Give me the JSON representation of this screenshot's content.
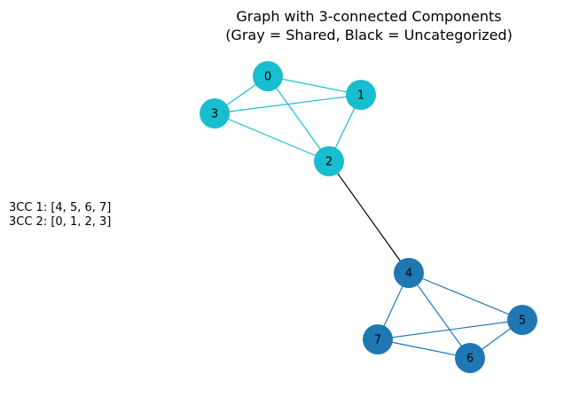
{
  "title": {
    "line1": "Graph with 3-connected Components",
    "line2": "(Gray = Shared, Black = Uncategorized)"
  },
  "components_text": [
    "3CC 1: [4, 5, 6, 7]",
    "3CC 2: [0, 1, 2, 3]"
  ],
  "colors": {
    "component_1": "#1f77b4",
    "component_2": "#17becf",
    "uncategorized_edge": "#000000"
  },
  "graph": {
    "nodes": [
      {
        "id": "0",
        "label": "0",
        "component": "component_2"
      },
      {
        "id": "1",
        "label": "1",
        "component": "component_2"
      },
      {
        "id": "2",
        "label": "2",
        "component": "component_2"
      },
      {
        "id": "3",
        "label": "3",
        "component": "component_2"
      },
      {
        "id": "4",
        "label": "4",
        "component": "component_1"
      },
      {
        "id": "5",
        "label": "5",
        "component": "component_1"
      },
      {
        "id": "6",
        "label": "6",
        "component": "component_1"
      },
      {
        "id": "7",
        "label": "7",
        "component": "component_1"
      }
    ],
    "edges": [
      {
        "source": "0",
        "target": "1",
        "component": "component_2"
      },
      {
        "source": "0",
        "target": "2",
        "component": "component_2"
      },
      {
        "source": "0",
        "target": "3",
        "component": "component_2"
      },
      {
        "source": "1",
        "target": "2",
        "component": "component_2"
      },
      {
        "source": "1",
        "target": "3",
        "component": "component_2"
      },
      {
        "source": "2",
        "target": "3",
        "component": "component_2"
      },
      {
        "source": "2",
        "target": "4",
        "component": "uncategorized_edge"
      },
      {
        "source": "4",
        "target": "5",
        "component": "component_1"
      },
      {
        "source": "4",
        "target": "6",
        "component": "component_1"
      },
      {
        "source": "4",
        "target": "7",
        "component": "component_1"
      },
      {
        "source": "5",
        "target": "6",
        "component": "component_1"
      },
      {
        "source": "5",
        "target": "7",
        "component": "component_1"
      },
      {
        "source": "6",
        "target": "7",
        "component": "component_1"
      }
    ]
  }
}
